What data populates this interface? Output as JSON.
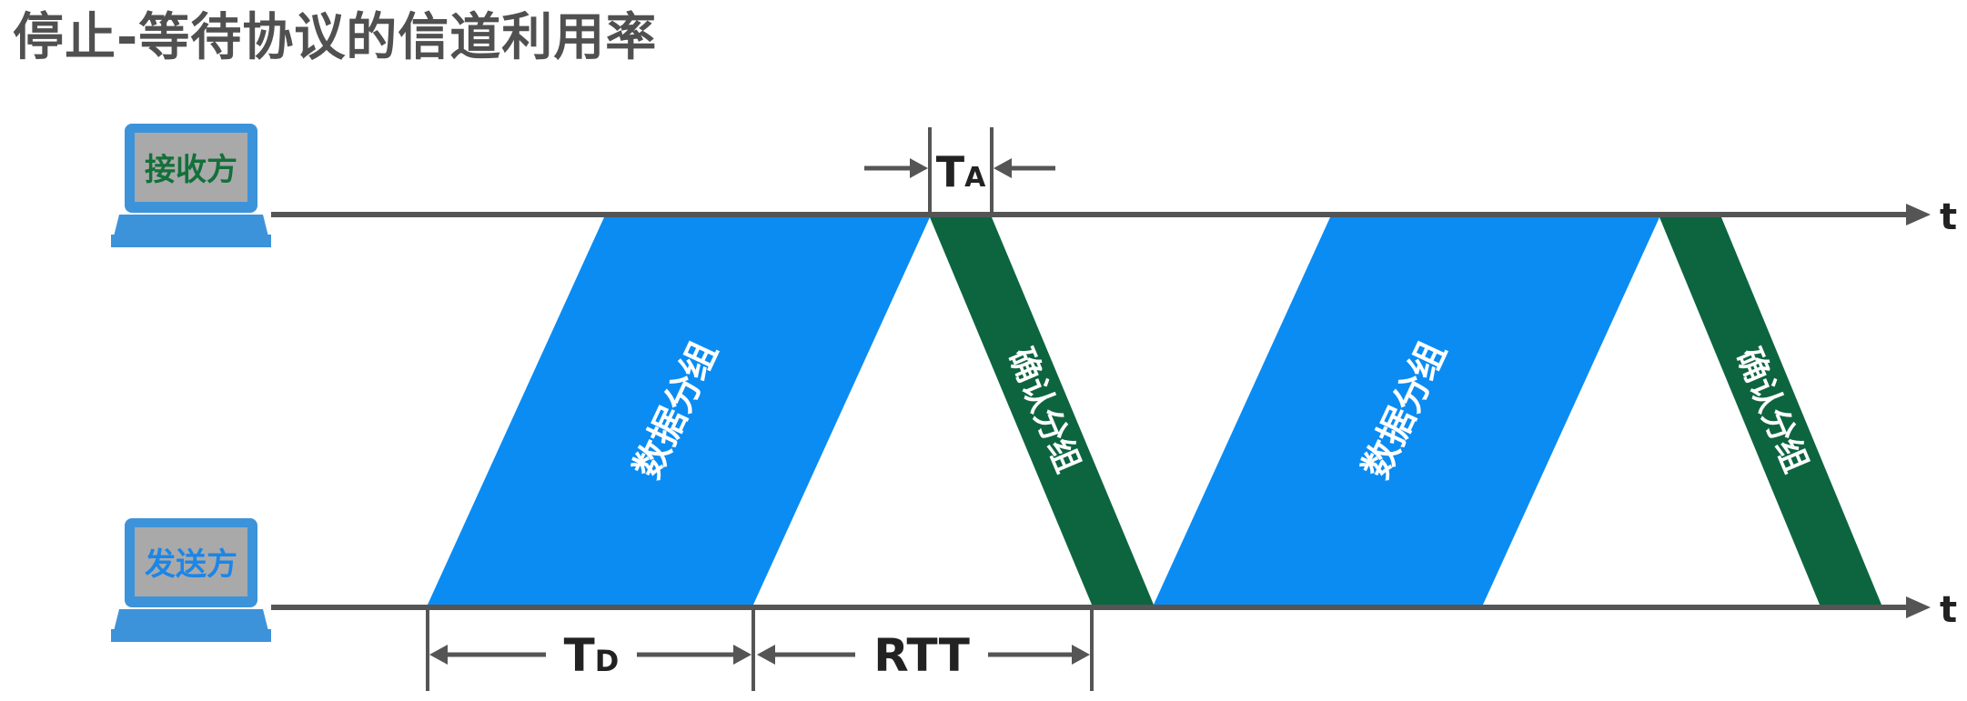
{
  "title": "停止-等待协议的信道利用率",
  "receiver": {
    "label": "接收方"
  },
  "sender": {
    "label": "发送方"
  },
  "time_axis_label": "t",
  "data_packet_label": "数据分组",
  "ack_packet_label": "确认分组",
  "ta": {
    "main": "T",
    "sub": "A"
  },
  "td": {
    "main": "T",
    "sub": "D"
  },
  "rtt_label": "RTT",
  "colors": {
    "data_packet": "#0a8cf3",
    "ack_packet": "#0d6540",
    "timeline": "#555555",
    "receiver_label": "#13703a",
    "sender_label": "#1a86e8",
    "computer_blue": "#3d93da"
  }
}
